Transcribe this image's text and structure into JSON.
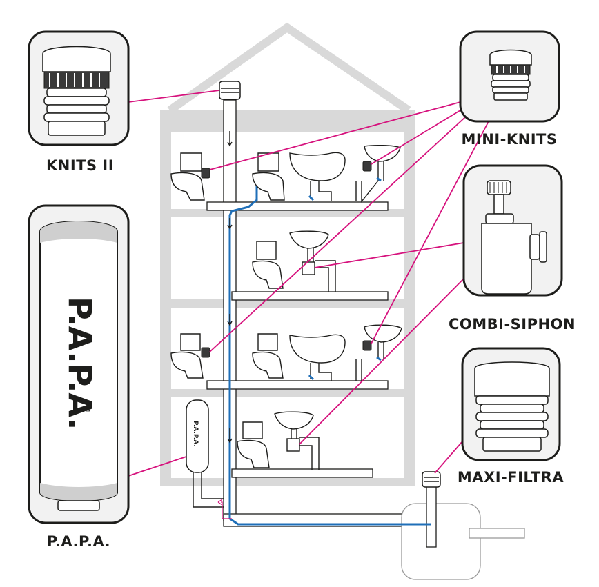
{
  "labels": {
    "knits2": "KNITS II",
    "miniknits": "MINI-KNITS",
    "combisiphon": "COMBI-SIPHON",
    "maxifiltra": "MAXI-FILTRA",
    "papa": "P.A.P.A."
  },
  "papa_product": {
    "big_text": "P.A.P.A.",
    "trademark": "TM",
    "small_text": "P.A.P.A."
  },
  "colors": {
    "callout_line": "#d6127d",
    "water_flow": "#1f6fb8",
    "house_wall": "#d9d9d9"
  }
}
